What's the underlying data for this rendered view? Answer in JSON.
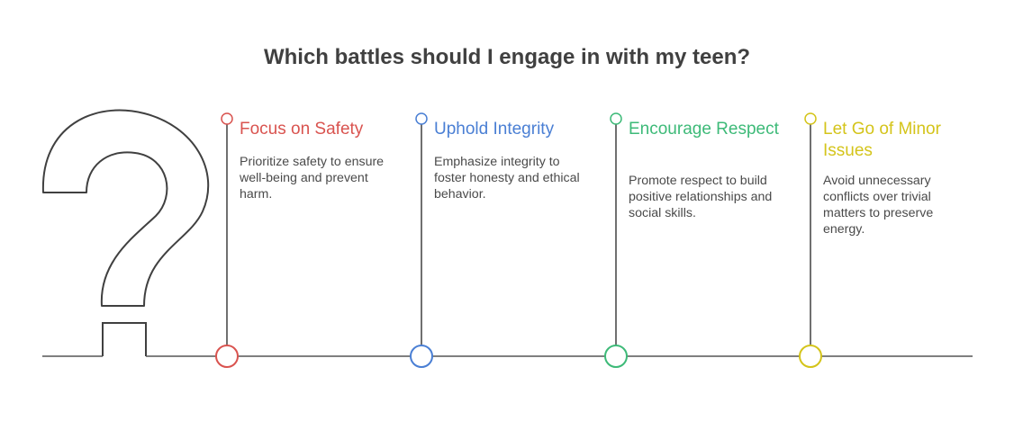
{
  "title": "Which battles should I engage in with my teen?",
  "colors": {
    "line": "#555555",
    "safety": "#d9534f",
    "integrity": "#4a7fd4",
    "respect": "#3dba78",
    "minor": "#d4c41a"
  },
  "items": [
    {
      "heading": "Focus on Safety",
      "description": "Prioritize safety to ensure well-being and prevent harm.",
      "color": "#d9534f"
    },
    {
      "heading": "Uphold Integrity",
      "description": "Emphasize integrity to foster honesty and ethical behavior.",
      "color": "#4a7fd4"
    },
    {
      "heading": "Encourage Respect",
      "description": "Promote respect to build positive relationships and social skills.",
      "color": "#3dba78"
    },
    {
      "heading": "Let Go of Minor Issues",
      "description": "Avoid unnecessary conflicts over trivial matters to preserve energy.",
      "color": "#d4c41a"
    }
  ],
  "icon": "question-mark-icon"
}
